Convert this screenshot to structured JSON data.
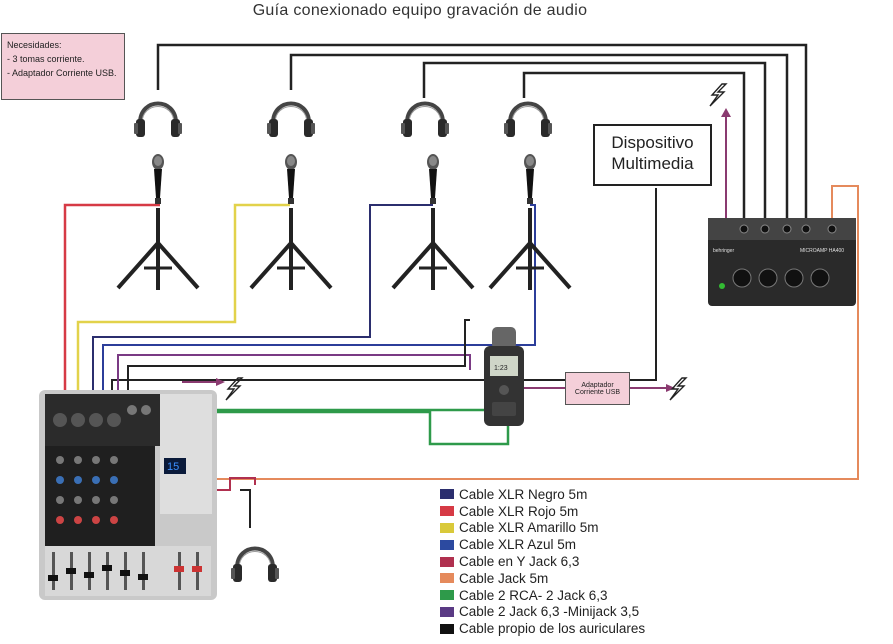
{
  "title": "Guía conexionado equipo gravación de audio",
  "needs": {
    "heading": "Necesidades:",
    "items": [
      "- 3 tomas corriente.",
      "- Adaptador Corriente USB."
    ]
  },
  "multimedia": {
    "line1": "Dispositivo",
    "line2": "Multimedia"
  },
  "usb_adapter": "Adaptador Corriente USB",
  "amp": {
    "brand": "behringer",
    "model": "MICROAMP HA400"
  },
  "recorder_display": "1:23",
  "mixer_display": "15",
  "colors": {
    "black": "#222222",
    "red": "#d63a45",
    "yellow": "#e2d24a",
    "blue": "#2c3e9a",
    "wine": "#b0304f",
    "orange": "#e58a5c",
    "green": "#2e9a4a",
    "purple": "#7a3a84",
    "power": "#8a3a70"
  },
  "legend": [
    {
      "label": "Cable XLR Negro 5m",
      "color": "#2b2e6e"
    },
    {
      "label": "Cable XLR Rojo 5m",
      "color": "#d63a45"
    },
    {
      "label": "Cable XLR Amarillo 5m",
      "color": "#d9c93a"
    },
    {
      "label": "Cable XLR Azul 5m",
      "color": "#2c4aa0"
    },
    {
      "label": "Cable en Y Jack 6,3",
      "color": "#b0304f"
    },
    {
      "label": "Cable Jack 5m",
      "color": "#e58a5c"
    },
    {
      "label": "Cable 2 RCA- 2 Jack 6,3",
      "color": "#2e9a4a"
    },
    {
      "label": "Cable 2 Jack 6,3 -Minijack 3,5",
      "color": "#5a3a84"
    },
    {
      "label": "Cable propio de los auriculares",
      "color": "#111111"
    }
  ]
}
